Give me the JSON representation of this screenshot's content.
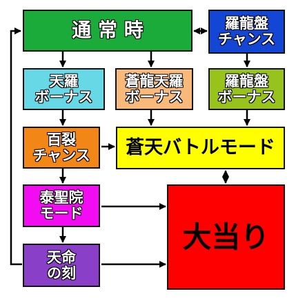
{
  "nodes": {
    "normal": {
      "label": "通 常 時",
      "fill": "#1aab3a"
    },
    "rarabanChanceTop": {
      "label": "羅龍盤\nチャンス",
      "fill": "#1446d6"
    },
    "tenraBonus": {
      "label": "天羅\nボーナス",
      "fill": "#66d8e6"
    },
    "sorunTenraBonus": {
      "label": "蒼龍天羅\nボーナス",
      "fill": "#f8b97a"
    },
    "rarabanBonus": {
      "label": "羅龍盤\nボーナス",
      "fill": "#97c31c"
    },
    "hyakuretsuChance": {
      "label": "百裂\nチャンス",
      "fill": "#f28616"
    },
    "soutenBattle": {
      "label": "蒼天バトルモード",
      "fill": "#ffff00"
    },
    "taiseiinMode": {
      "label": "泰聖院\nモード",
      "fill": "#f20cf2"
    },
    "tenmeiNoKoku": {
      "label": "天命\nの刻",
      "fill": "#8a3fc8"
    },
    "jackpot": {
      "label": "大当り",
      "fill": "#ff0000"
    }
  },
  "colors": {
    "line": "#000000",
    "text": "#ffffff",
    "border": "#111111"
  }
}
